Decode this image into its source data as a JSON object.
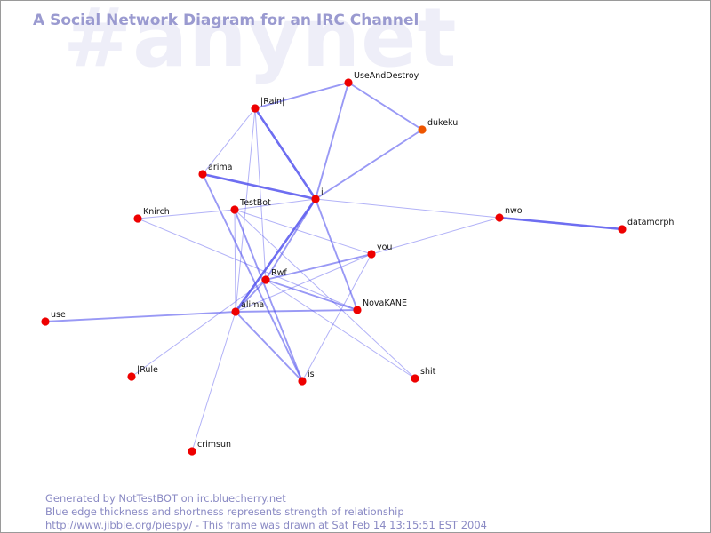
{
  "watermark": "#anynet",
  "title": "A Social Network Diagram for an IRC Channel",
  "footer": {
    "line1": "Generated by NotTestBOT on irc.bluecherry.net",
    "line2": "Blue edge thickness and shortness represents strength of relationship",
    "line3": "http://www.jibble.org/piespy/ - This frame was drawn at Sat Feb 14 13:15:51 EST 2004"
  },
  "colors": {
    "node": "#ee0000",
    "node_highlight": "#ee5500",
    "edge": "#5555ee",
    "title": "#9a9ad0",
    "watermark": "#eeeef8"
  },
  "nodes": [
    {
      "id": "UseAndDestroy",
      "label": "UseAndDestroy"
    },
    {
      "id": "dukeku",
      "label": "dukeku",
      "highlight": true
    },
    {
      "id": "|Rain|",
      "label": "|Rain|"
    },
    {
      "id": "arima",
      "label": "arima"
    },
    {
      "id": "i",
      "label": "i"
    },
    {
      "id": "TestBot",
      "label": "TestBot"
    },
    {
      "id": "Knirch",
      "label": "Knirch"
    },
    {
      "id": "nwo",
      "label": "nwo"
    },
    {
      "id": "datamorph",
      "label": "datamorph"
    },
    {
      "id": "you",
      "label": "you"
    },
    {
      "id": "Rwf",
      "label": "Rwf"
    },
    {
      "id": "alima",
      "label": "alima"
    },
    {
      "id": "NovaKANE",
      "label": "NovaKANE"
    },
    {
      "id": "use",
      "label": "use"
    },
    {
      "id": "|Rule",
      "label": "|Rule"
    },
    {
      "id": "is",
      "label": "is"
    },
    {
      "id": "shit",
      "label": "shit"
    },
    {
      "id": "crimsun",
      "label": "crimsun"
    }
  ],
  "edges": [
    {
      "source": "UseAndDestroy",
      "target": "|Rain|",
      "strength": 2
    },
    {
      "source": "UseAndDestroy",
      "target": "dukeku",
      "strength": 2
    },
    {
      "source": "UseAndDestroy",
      "target": "i",
      "strength": 2
    },
    {
      "source": "dukeku",
      "target": "i",
      "strength": 2
    },
    {
      "source": "|Rain|",
      "target": "i",
      "strength": 3
    },
    {
      "source": "|Rain|",
      "target": "arima",
      "strength": 1
    },
    {
      "source": "|Rain|",
      "target": "alima",
      "strength": 1
    },
    {
      "source": "|Rain|",
      "target": "Rwf",
      "strength": 1
    },
    {
      "source": "arima",
      "target": "i",
      "strength": 3
    },
    {
      "source": "arima",
      "target": "is",
      "strength": 2
    },
    {
      "source": "i",
      "target": "TestBot",
      "strength": 1
    },
    {
      "source": "i",
      "target": "nwo",
      "strength": 1
    },
    {
      "source": "i",
      "target": "Rwf",
      "strength": 2
    },
    {
      "source": "i",
      "target": "alima",
      "strength": 3
    },
    {
      "source": "i",
      "target": "NovaKANE",
      "strength": 2
    },
    {
      "source": "Knirch",
      "target": "TestBot",
      "strength": 1
    },
    {
      "source": "Knirch",
      "target": "NovaKANE",
      "strength": 1
    },
    {
      "source": "TestBot",
      "target": "you",
      "strength": 1
    },
    {
      "source": "TestBot",
      "target": "alima",
      "strength": 1
    },
    {
      "source": "TestBot",
      "target": "is",
      "strength": 2
    },
    {
      "source": "TestBot",
      "target": "shit",
      "strength": 1
    },
    {
      "source": "nwo",
      "target": "datamorph",
      "strength": 3
    },
    {
      "source": "nwo",
      "target": "you",
      "strength": 1
    },
    {
      "source": "you",
      "target": "Rwf",
      "strength": 2
    },
    {
      "source": "you",
      "target": "alima",
      "strength": 1
    },
    {
      "source": "you",
      "target": "is",
      "strength": 1
    },
    {
      "source": "Rwf",
      "target": "alima",
      "strength": 2
    },
    {
      "source": "Rwf",
      "target": "NovaKANE",
      "strength": 2
    },
    {
      "source": "Rwf",
      "target": "|Rule",
      "strength": 1
    },
    {
      "source": "Rwf",
      "target": "shit",
      "strength": 1
    },
    {
      "source": "alima",
      "target": "use",
      "strength": 2
    },
    {
      "source": "alima",
      "target": "NovaKANE",
      "strength": 2
    },
    {
      "source": "alima",
      "target": "is",
      "strength": 2
    },
    {
      "source": "alima",
      "target": "crimsun",
      "strength": 1
    }
  ]
}
